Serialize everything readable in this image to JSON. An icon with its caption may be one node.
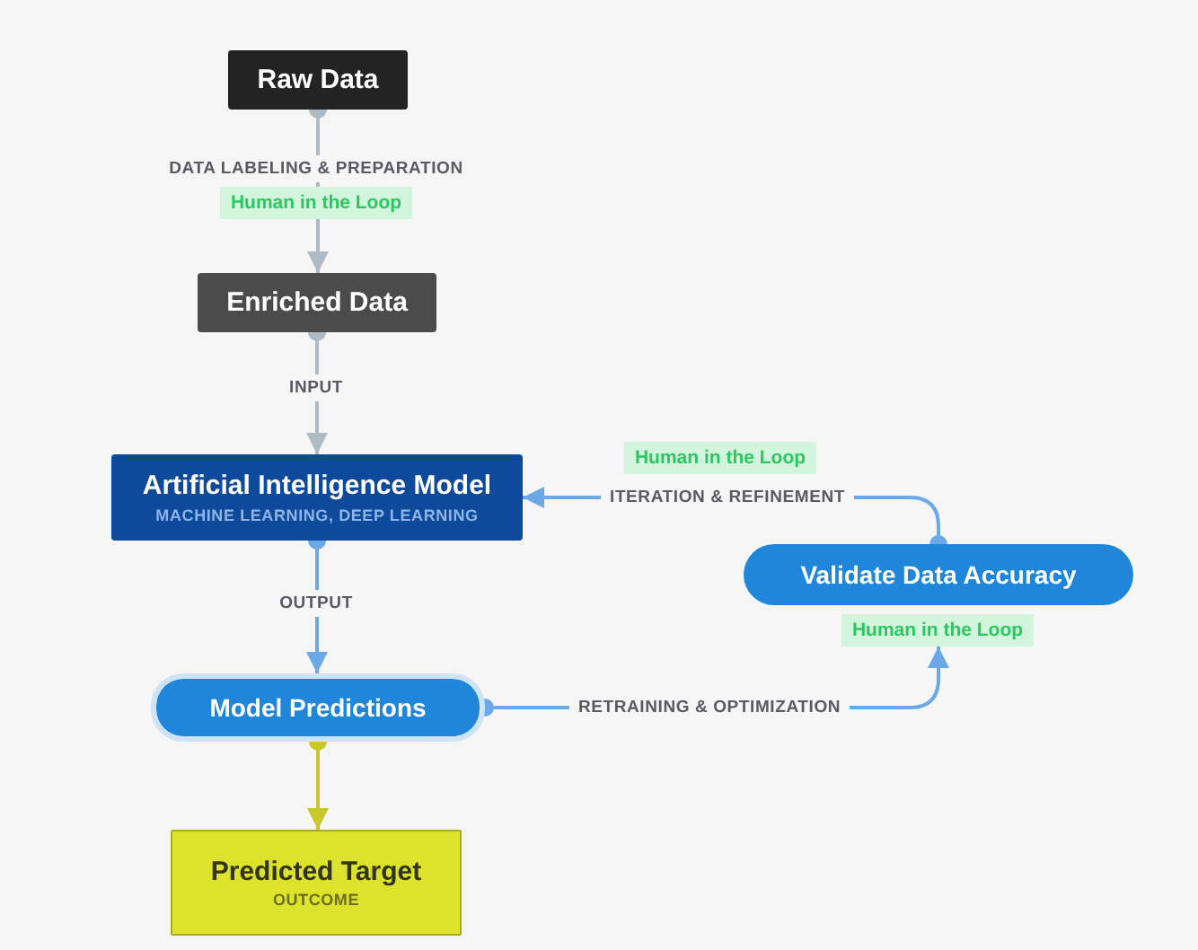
{
  "diagram": {
    "nodes": [
      {
        "text": [
          "Raw Data"
        ]
      },
      {
        "text": [
          "Enriched Data"
        ]
      },
      {
        "text": [
          "Artificial Intelligence Model",
          "MACHINE LEARNING, DEEP LEARNING"
        ]
      },
      {
        "text": [
          "Model Predictions"
        ]
      },
      {
        "text": [
          "Validate Data Accuracy"
        ]
      },
      {
        "text": [
          "Predicted Target",
          "OUTCOME"
        ]
      }
    ],
    "edges": [
      {
        "from": 0,
        "to": 1,
        "arrow": "to",
        "label": "DATA LABELING & PREPARATION",
        "color": "#aebbc4"
      },
      {
        "from": 1,
        "to": 2,
        "arrow": "to",
        "label": "INPUT",
        "color": "#aebbc4"
      },
      {
        "from": 2,
        "to": 3,
        "arrow": "to",
        "label": "OUTPUT"
      },
      {
        "from": 3,
        "to": 4,
        "arrow": "to",
        "label": "RETRAINING & OPTIMIZATION"
      },
      {
        "from": 4,
        "to": 2,
        "arrow": "to",
        "label": "ITERATION & REFINEMENT"
      },
      {
        "from": 3,
        "to": 5,
        "arrow": "to",
        "color": "#c8c828"
      }
    ],
    "labels": [
      "Human in the Loop",
      "Human in the Loop",
      "Human in the Loop"
    ]
  }
}
